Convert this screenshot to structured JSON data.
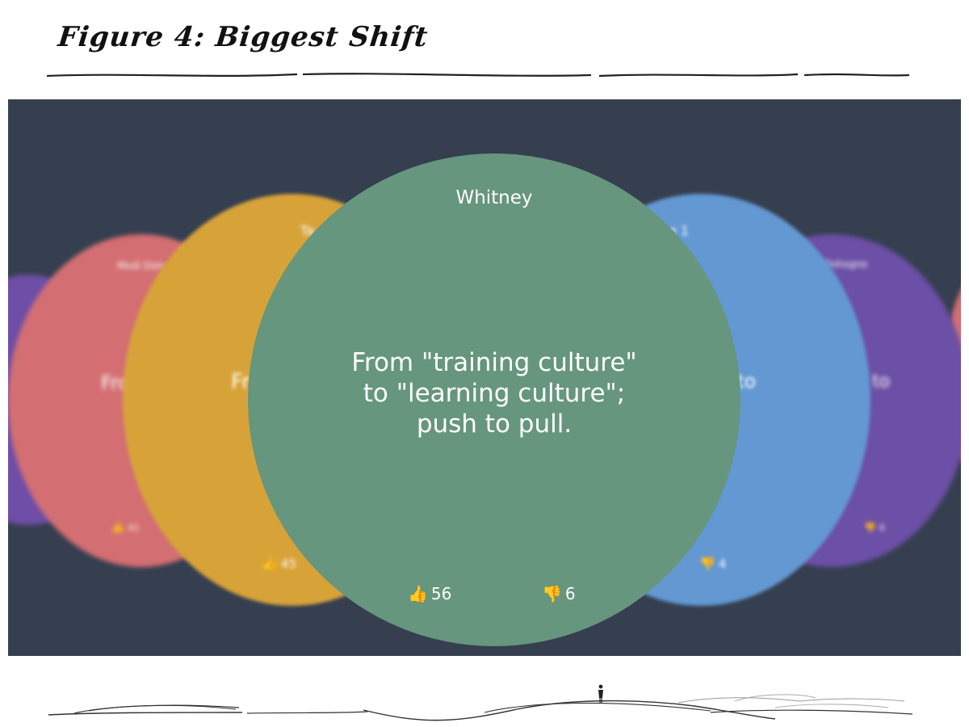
{
  "figure_title": "Figure 4: Biggest Shift",
  "cards": {
    "back_left_red": {
      "name": "Modi Dolo",
      "text": "Fro",
      "likes": "41"
    },
    "back_left_yellow": {
      "name": "Ta",
      "text": "Fr",
      "likes": "45"
    },
    "center": {
      "name": "Whitney",
      "text": "From \"training culture\" to \"learning culture\"; push to pull.",
      "likes": "56",
      "dislikes": "6"
    },
    "back_right_blue": {
      "name": "e 1",
      "text": "to",
      "dislikes": "4"
    },
    "back_right_purple": {
      "name": "Dohogne",
      "text": "to",
      "dislikes": "6"
    }
  },
  "icons": {
    "like": "thumbs-up-icon",
    "dislike": "thumbs-down-icon"
  },
  "colors": {
    "background": "#353f50",
    "green": "#66967d",
    "yellow": "#d7a339",
    "red": "#d36f73",
    "blue": "#6398d3",
    "purple": "#6c4fa6"
  }
}
